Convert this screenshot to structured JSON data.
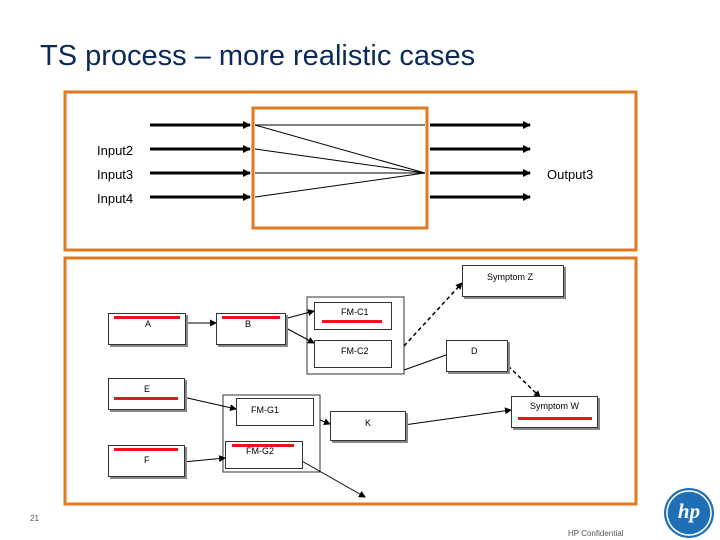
{
  "slide": {
    "title": "TS process – more realistic cases",
    "page_number": "21",
    "confidentiality": "HP Confidential",
    "logo_text": "hp"
  },
  "top_panel": {
    "inputs": [
      "Input2",
      "Input3",
      "Input4"
    ],
    "output": "Output3"
  },
  "bottom_panel": {
    "nodes": {
      "symptom_z": "Symptom Z",
      "a": "A",
      "b": "B",
      "fm_c1": "FM-C1",
      "fm_c2": "FM-C2",
      "d": "D",
      "e": "E",
      "fm_g1": "FM-G1",
      "k": "K",
      "symptom_w": "Symptom W",
      "f": "F",
      "fm_g2": "FM-G2"
    }
  },
  "colors": {
    "frame_orange": "#e07a1f",
    "node_red": "#e8141c",
    "logo_blue": "#1e6fb5"
  }
}
